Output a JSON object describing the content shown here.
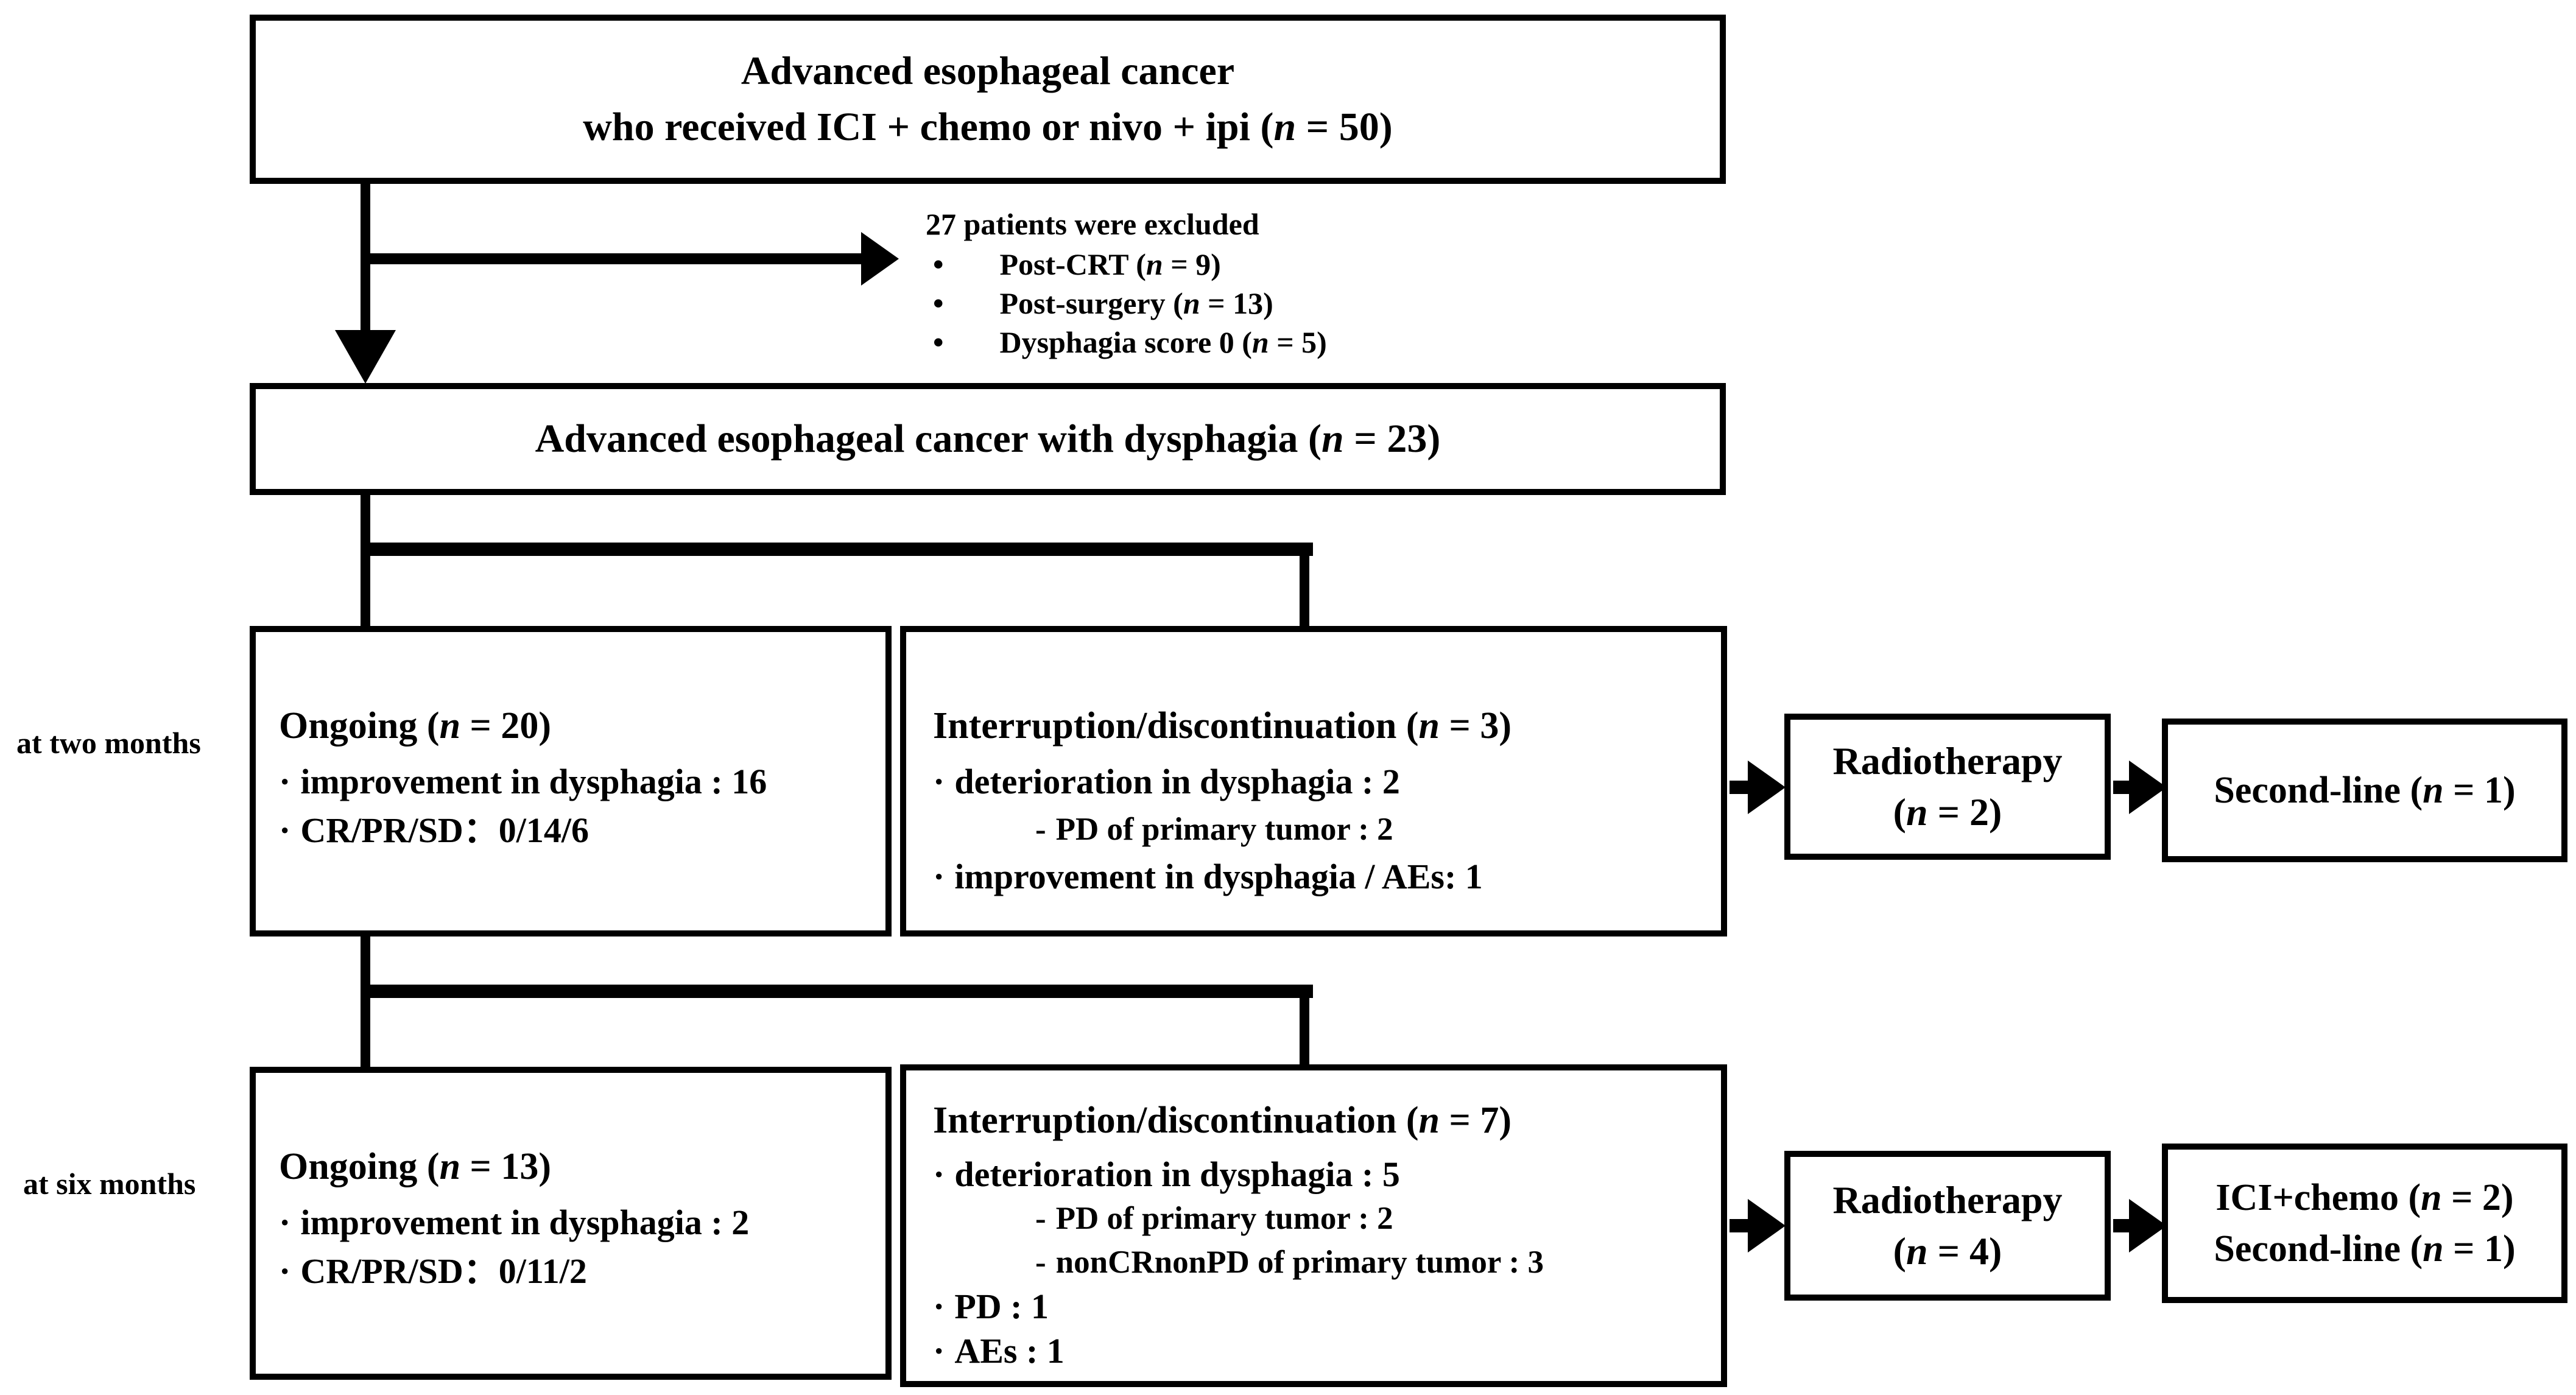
{
  "colors": {
    "ink": "#000000",
    "paper": "#ffffff"
  },
  "symbols": {
    "dot": "·",
    "bullet": "•",
    "dash": "-"
  },
  "labels": {
    "two_months": "at two months",
    "six_months": "at six months"
  },
  "boxes": {
    "top": {
      "line1": "Advanced esophageal cancer",
      "line2": "who received ICI + chemo or nivo + ipi (n = 50)"
    },
    "excluded": {
      "heading": "27 patients were excluded",
      "items": [
        "Post-CRT (n = 9)",
        "Post-surgery (n = 13)",
        "Dysphagia score 0 (n = 5)"
      ]
    },
    "dysphagia": {
      "line1": "Advanced esophageal cancer with dysphagia (n = 23)"
    },
    "ongoing_two": {
      "title": "Ongoing (n = 20)",
      "item1": "improvement in dysphagia : 16",
      "item2": "CR/PR/SD：0/14/6"
    },
    "interruption_two": {
      "title": "Interruption/discontinuation (n = 3)",
      "item1": "deterioration in dysphagia : 2",
      "sub1": "PD of primary tumor : 2",
      "item2": "improvement in dysphagia / AEs: 1"
    },
    "radiotherapy_two": {
      "line1": "Radiotherapy",
      "line2": "(n = 2)"
    },
    "second_line_two": {
      "line1": "Second-line (n = 1)"
    },
    "ongoing_six": {
      "title": "Ongoing (n = 13)",
      "item1": "improvement in dysphagia : 2",
      "item2": "CR/PR/SD：0/11/2"
    },
    "interruption_six": {
      "title": "Interruption/discontinuation (n = 7)",
      "item1": "deterioration in dysphagia : 5",
      "sub1": "PD of primary tumor : 2",
      "sub2": "nonCRnonPD of primary tumor : 3",
      "item2": "PD : 1",
      "item3": "AEs : 1"
    },
    "radiotherapy_six": {
      "line1": "Radiotherapy",
      "line2": "(n = 4)"
    },
    "ici_six": {
      "line1": "ICI+chemo (n = 2)",
      "line2": "Second-line (n = 1)"
    }
  }
}
